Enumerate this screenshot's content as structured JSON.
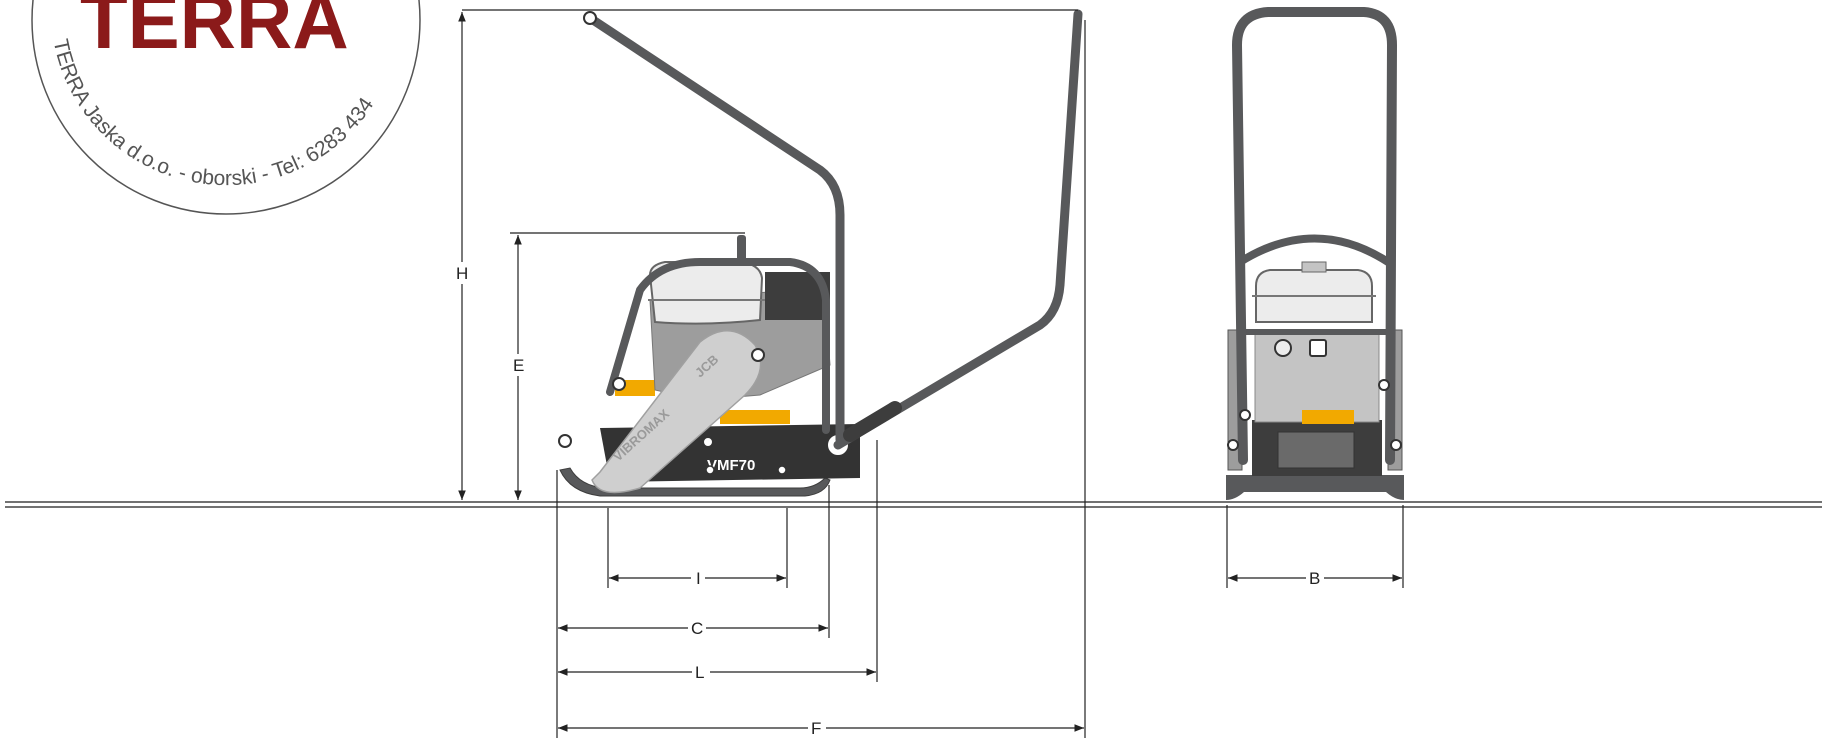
{
  "stamp": {
    "logo_text": "TERRA",
    "ring_text": "TERRA Jaska d.o.o. - oborski - Tel: 6283 434",
    "logo_color": "#8b1a1a"
  },
  "machine": {
    "model_label": "VMF70",
    "brand_label": "VIBROMAX",
    "badge_label": "JCB",
    "frame_color": "#58595b",
    "body_color": "#b3b3b3",
    "accent_color": "#f2a900",
    "plate_color": "#3a3a3a"
  },
  "dimensions": {
    "H": "H",
    "E": "E",
    "I": "I",
    "C": "C",
    "L": "L",
    "F": "F",
    "B": "B"
  }
}
